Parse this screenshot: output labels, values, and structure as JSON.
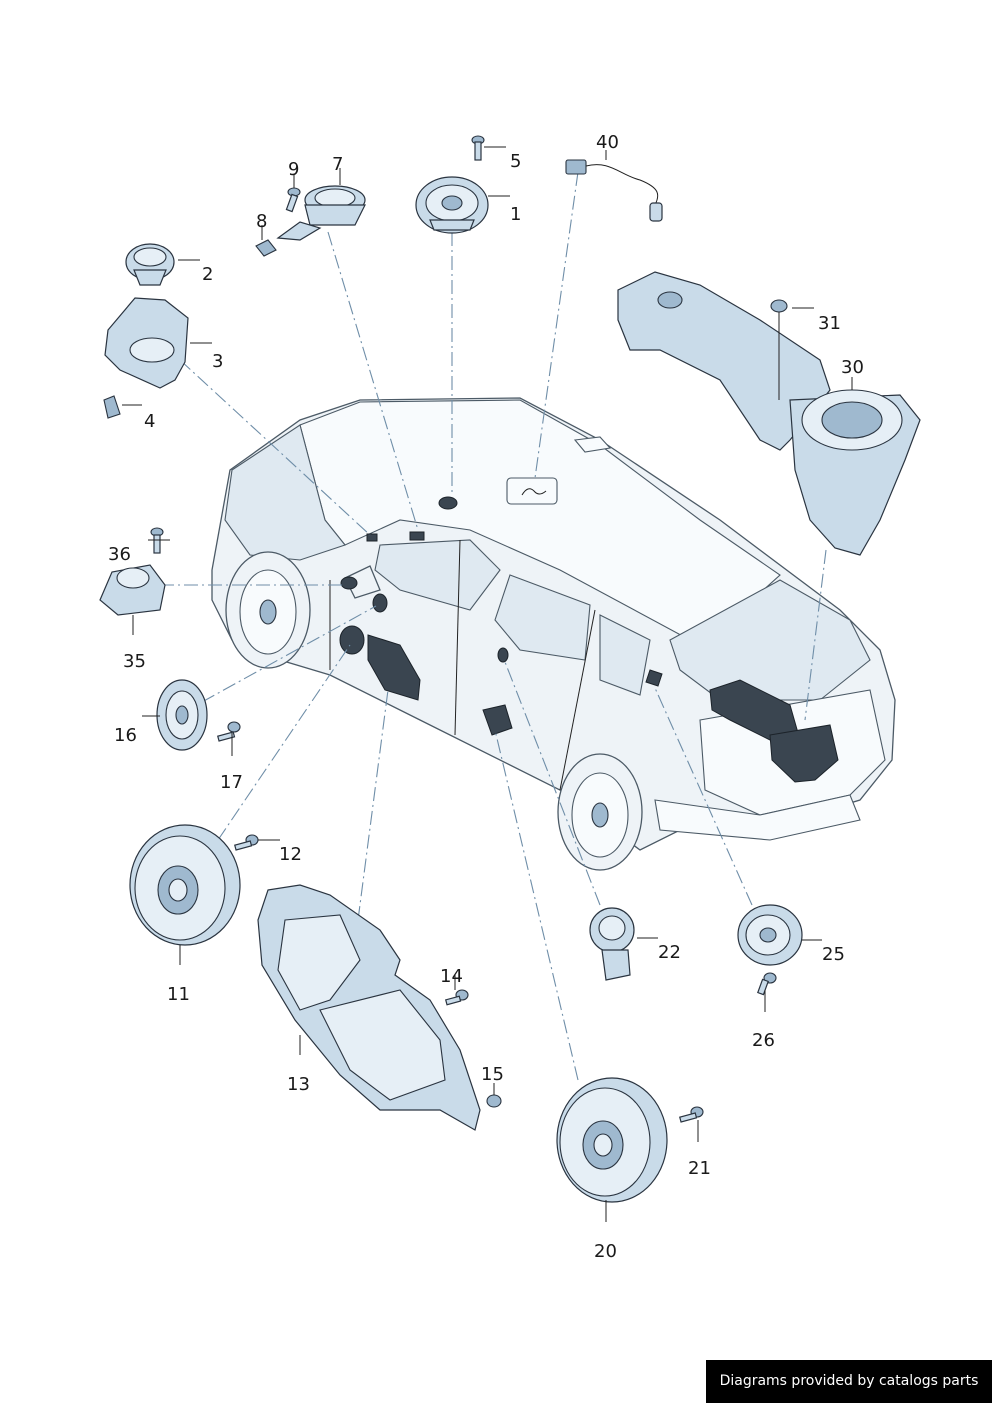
{
  "labels": {
    "p1": "1",
    "p2": "2",
    "p3": "3",
    "p4": "4",
    "p5": "5",
    "p7": "7",
    "p8": "8",
    "p9": "9",
    "p11": "11",
    "p12": "12",
    "p13": "13",
    "p14": "14",
    "p15": "15",
    "p16": "16",
    "p17": "17",
    "p20": "20",
    "p21": "21",
    "p22": "22",
    "p25": "25",
    "p26": "26",
    "p30": "30",
    "p31": "31",
    "p35": "35",
    "p36": "36",
    "p40": "40"
  },
  "footer": {
    "text": "Diagrams provided by catalogs parts"
  },
  "colors": {
    "part_fill": "#c9dbe9",
    "part_stroke": "#2a3440",
    "leader_dash": "#6f8ea8",
    "footer_bg": "#000000"
  }
}
